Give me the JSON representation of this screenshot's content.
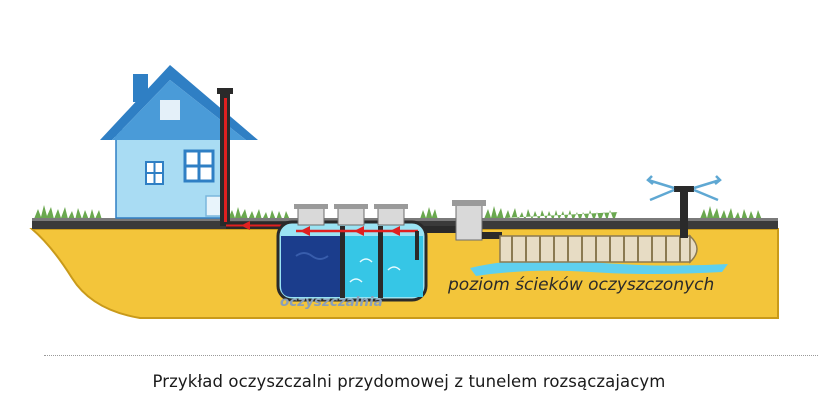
{
  "diagram": {
    "labels": {
      "treatment_plant": "oczyszczalnia",
      "treated_wastewater_level": "poziom ścieków oczyszczonych"
    },
    "colors": {
      "soil": "#f3c53a",
      "soil_edge": "#c99a1a",
      "ground_line": "#333333",
      "grass": "#6aa84f",
      "house_roof": "#2f7fc4",
      "house_wall": "#a9dcf3",
      "sludge_chamber": "#1b3d8c",
      "clean_chamber": "#36c6e6",
      "flow_arrow": "#e02020",
      "pipe": "#2a2a2a",
      "water_splash": "#5fd0ef"
    },
    "icons": [
      "house-icon",
      "vent-pipe-icon",
      "sprinkler-icon"
    ]
  },
  "caption": "Przykład oczyszczalni przydomowej z tunelem rozsączajacym"
}
